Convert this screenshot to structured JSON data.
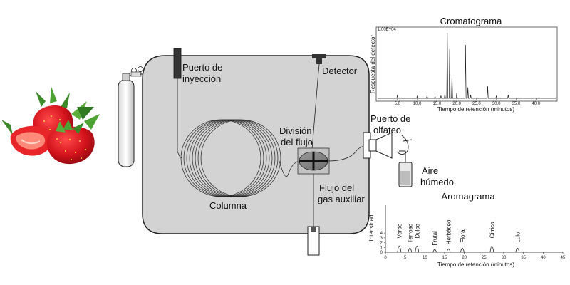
{
  "labels": {
    "injection_port": [
      "Puerto de",
      "inyección"
    ],
    "detector": "Detector",
    "flow_split": [
      "División",
      "del flujo"
    ],
    "aux_gas": [
      "Flujo del",
      "gas auxiliar"
    ],
    "column": "Columna",
    "olfactory_port": [
      "Puerto de",
      "olfateo"
    ],
    "humid_air": [
      "Aire",
      "húmedo"
    ]
  },
  "chart_data": [
    {
      "type": "line",
      "title": "Cromatograma",
      "xlabel": "Tiempo de retención (minutos)",
      "ylabel": "Respuesta del detector",
      "xlim": [
        0,
        45
      ],
      "ylim": [
        0,
        1
      ],
      "x_ticks": [
        "5.0",
        "10.0",
        "15.0",
        "20.0",
        "25.0",
        "30.0",
        "35.0",
        "40.0"
      ],
      "header_text": "1.00E+04",
      "peaks": [
        {
          "x": 5.0,
          "y": 0.05
        },
        {
          "x": 10.0,
          "y": 0.03
        },
        {
          "x": 12.5,
          "y": 0.04
        },
        {
          "x": 14.5,
          "y": 0.03
        },
        {
          "x": 16.0,
          "y": 0.04
        },
        {
          "x": 17.0,
          "y": 0.07
        },
        {
          "x": 17.6,
          "y": 0.96
        },
        {
          "x": 18.2,
          "y": 0.72
        },
        {
          "x": 18.8,
          "y": 0.35
        },
        {
          "x": 20.0,
          "y": 0.08
        },
        {
          "x": 22.2,
          "y": 0.78
        },
        {
          "x": 22.8,
          "y": 0.16
        },
        {
          "x": 23.5,
          "y": 0.05
        },
        {
          "x": 27.8,
          "y": 0.18
        },
        {
          "x": 30.0,
          "y": 0.04
        },
        {
          "x": 33.0,
          "y": 0.05
        }
      ]
    },
    {
      "type": "bar",
      "title": "Aromagrama",
      "xlabel": "Tiempo de retención (minutos)",
      "ylabel": "Intensidad",
      "xlim": [
        0,
        45
      ],
      "ylim": [
        0,
        4
      ],
      "x_ticks": [
        "0",
        "5",
        "10",
        "15",
        "20",
        "25",
        "30",
        "35",
        "40",
        "45"
      ],
      "y_ticks": [
        "0",
        "1",
        "2",
        "3",
        "4"
      ],
      "peaks": [
        {
          "label": "Verde",
          "x": 3.5,
          "y": 2.0
        },
        {
          "label": "Terroso",
          "x": 6.2,
          "y": 1.1
        },
        {
          "label": "Dulce",
          "x": 8.0,
          "y": 2.0
        },
        {
          "label": "Frutal",
          "x": 12.5,
          "y": 0.5
        },
        {
          "label": "Herbáceo",
          "x": 16.0,
          "y": 0.7
        },
        {
          "label": "Floral",
          "x": 19.5,
          "y": 1.1
        },
        {
          "label": "Cítrico",
          "x": 27.0,
          "y": 2.0
        },
        {
          "label": "Lulo",
          "x": 33.5,
          "y": 1.1
        }
      ]
    }
  ]
}
